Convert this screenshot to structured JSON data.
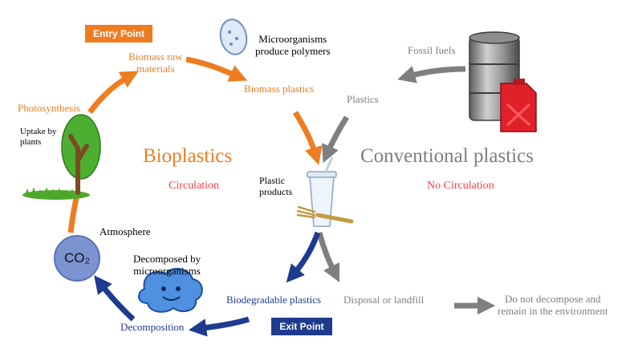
{
  "colors": {
    "bio": "#ee7d22",
    "conventional": "#7f7f7f",
    "circulation": "#ff3b3b",
    "exit": "#1f3b8f",
    "co2": "#7b93d1"
  },
  "badges": {
    "entry": "Entry Point",
    "exit": "Exit Point"
  },
  "titles": {
    "bioplastics": "Bioplastics",
    "conventional": "Conventional plastics"
  },
  "status": {
    "circulation": "Circulation",
    "no_circulation": "No Circulation"
  },
  "cycle": {
    "biomass_raw_1": "Biomass raw",
    "biomass_raw_2": "materials",
    "biomass_plastics": "Biomass plastics",
    "microorg_1": "Microorganisms",
    "microorg_2": "produce polymers",
    "photosynthesis": "Photosynthesis",
    "uptake_1": "Uptake by",
    "uptake_2": "plants",
    "atmosphere": "Atmosphere",
    "co2": "CO₂",
    "decomposed_1": "Decomposed by",
    "decomposed_2": "microorganisms",
    "decomposition": "Decomposition",
    "biodegradable": "Biodegradable plastics",
    "products_1": "Plastic",
    "products_2": "products"
  },
  "conventional": {
    "fossil_fuels": "Fossil fuels",
    "plastics": "Plastics",
    "disposal": "Disposal or landfill",
    "no_decompose_1": "Do not decompose and",
    "no_decompose_2": "remain in the environment"
  },
  "icons": [
    "microorganism-icon",
    "tree-icon",
    "co2-icon",
    "microbe-icon",
    "cup-icon",
    "fork-icon",
    "oil-barrel-icon",
    "jerry-can-icon"
  ]
}
